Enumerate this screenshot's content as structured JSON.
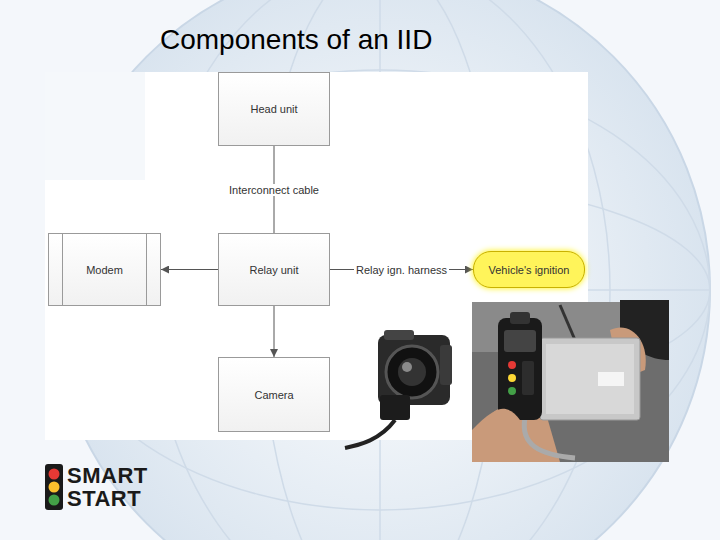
{
  "diagram": {
    "title": "Components of an IID",
    "nodes": [
      {
        "text": [
          "Head unit"
        ]
      },
      {
        "text": [
          "Modem"
        ]
      },
      {
        "text": [
          "Relay unit"
        ]
      },
      {
        "text": [
          "Vehicle's ignition"
        ]
      },
      {
        "text": [
          "Camera"
        ]
      }
    ],
    "edges": [
      {
        "from": 0,
        "to": 2,
        "label": "Interconnect cable",
        "arrow": "none"
      },
      {
        "from": 2,
        "to": 1,
        "arrow": "to"
      },
      {
        "from": 2,
        "to": 3,
        "label": "Relay ign. harness",
        "arrow": "to"
      },
      {
        "from": 2,
        "to": 4,
        "arrow": "to"
      }
    ],
    "labels": [
      "SMART",
      "START"
    ]
  }
}
